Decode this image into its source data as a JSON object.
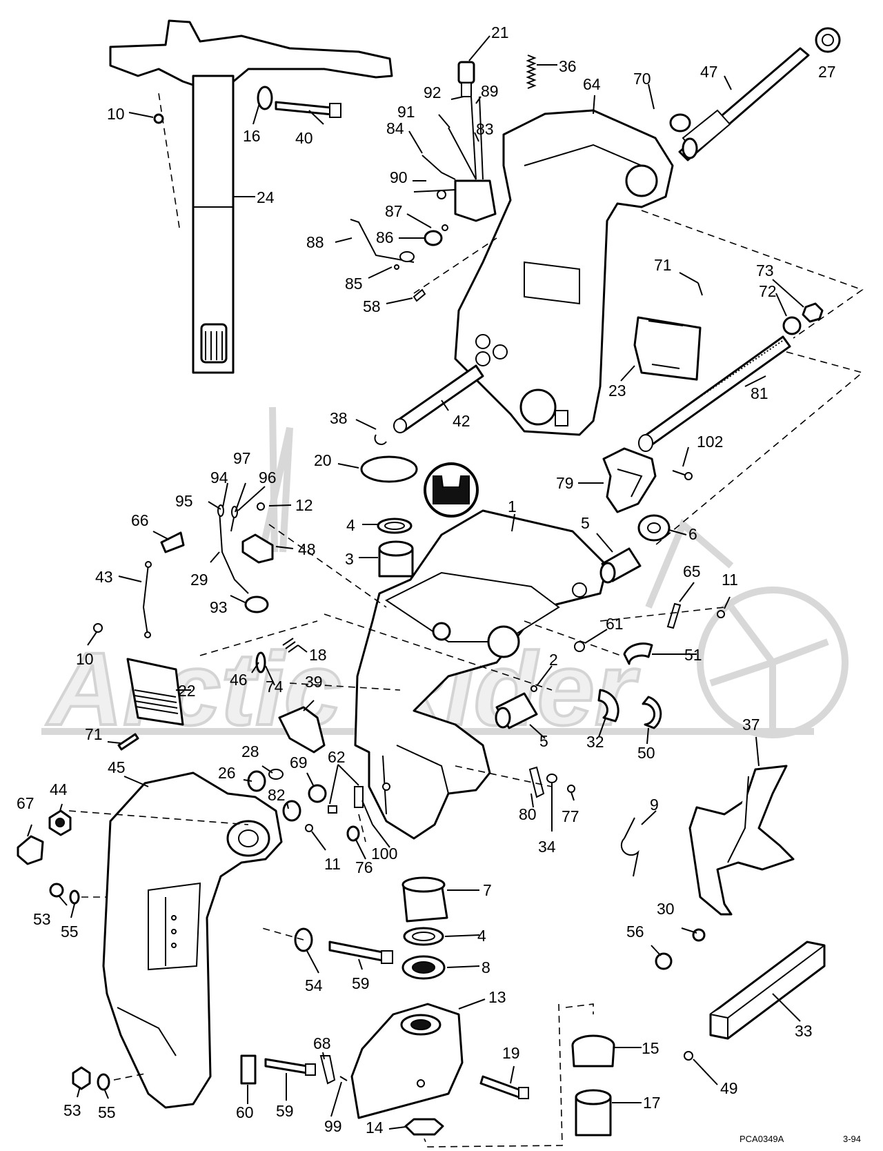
{
  "watermark": {
    "text": "Arctic Rider"
  },
  "drawing_code": "PCA0349A",
  "drawing_date": "3-94",
  "callouts": [
    {
      "n": "21"
    },
    {
      "n": "36"
    },
    {
      "n": "27"
    },
    {
      "n": "70"
    },
    {
      "n": "47"
    },
    {
      "n": "64"
    },
    {
      "n": "92"
    },
    {
      "n": "89"
    },
    {
      "n": "91"
    },
    {
      "n": "83"
    },
    {
      "n": "84"
    },
    {
      "n": "10"
    },
    {
      "n": "16"
    },
    {
      "n": "40"
    },
    {
      "n": "24"
    },
    {
      "n": "90"
    },
    {
      "n": "87"
    },
    {
      "n": "86"
    },
    {
      "n": "88"
    },
    {
      "n": "85"
    },
    {
      "n": "58"
    },
    {
      "n": "71"
    },
    {
      "n": "73"
    },
    {
      "n": "72"
    },
    {
      "n": "23"
    },
    {
      "n": "81"
    },
    {
      "n": "38"
    },
    {
      "n": "42"
    },
    {
      "n": "102"
    },
    {
      "n": "20"
    },
    {
      "n": "79"
    },
    {
      "n": "97"
    },
    {
      "n": "94"
    },
    {
      "n": "96"
    },
    {
      "n": "95"
    },
    {
      "n": "12"
    },
    {
      "n": "4"
    },
    {
      "n": "1"
    },
    {
      "n": "5"
    },
    {
      "n": "6"
    },
    {
      "n": "66"
    },
    {
      "n": "48"
    },
    {
      "n": "3"
    },
    {
      "n": "43"
    },
    {
      "n": "29"
    },
    {
      "n": "65"
    },
    {
      "n": "11"
    },
    {
      "n": "93"
    },
    {
      "n": "61"
    },
    {
      "n": "10"
    },
    {
      "n": "18"
    },
    {
      "n": "51"
    },
    {
      "n": "46"
    },
    {
      "n": "74"
    },
    {
      "n": "2"
    },
    {
      "n": "22"
    },
    {
      "n": "39"
    },
    {
      "n": "5"
    },
    {
      "n": "32"
    },
    {
      "n": "50"
    },
    {
      "n": "71"
    },
    {
      "n": "37"
    },
    {
      "n": "28"
    },
    {
      "n": "26"
    },
    {
      "n": "69"
    },
    {
      "n": "62"
    },
    {
      "n": "45"
    },
    {
      "n": "82"
    },
    {
      "n": "67"
    },
    {
      "n": "44"
    },
    {
      "n": "80"
    },
    {
      "n": "77"
    },
    {
      "n": "9"
    },
    {
      "n": "34"
    },
    {
      "n": "11"
    },
    {
      "n": "100"
    },
    {
      "n": "76"
    },
    {
      "n": "7"
    },
    {
      "n": "53"
    },
    {
      "n": "55"
    },
    {
      "n": "30"
    },
    {
      "n": "4"
    },
    {
      "n": "56"
    },
    {
      "n": "54"
    },
    {
      "n": "59"
    },
    {
      "n": "8"
    },
    {
      "n": "13"
    },
    {
      "n": "33"
    },
    {
      "n": "68"
    },
    {
      "n": "19"
    },
    {
      "n": "15"
    },
    {
      "n": "49"
    },
    {
      "n": "53"
    },
    {
      "n": "55"
    },
    {
      "n": "60"
    },
    {
      "n": "59"
    },
    {
      "n": "99"
    },
    {
      "n": "14"
    },
    {
      "n": "17"
    }
  ]
}
